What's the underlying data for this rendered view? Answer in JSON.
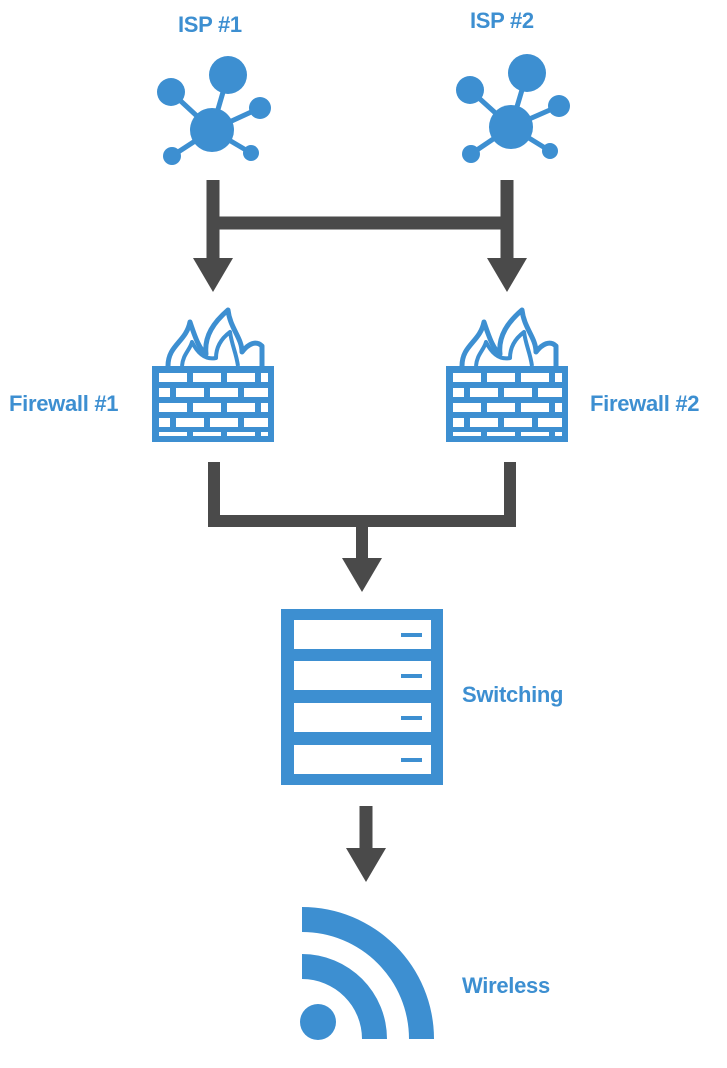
{
  "colors": {
    "icon_blue": "#3d8fd1",
    "connector": "#4a4a4a",
    "background": "#ffffff"
  },
  "nodes": {
    "isp1": {
      "label": "ISP #1",
      "icon": "network-hub-icon"
    },
    "isp2": {
      "label": "ISP #2",
      "icon": "network-hub-icon"
    },
    "firewall1": {
      "label": "Firewall #1",
      "icon": "firewall-icon"
    },
    "firewall2": {
      "label": "Firewall #2",
      "icon": "firewall-icon"
    },
    "switching": {
      "label": "Switching",
      "icon": "server-rack-icon"
    },
    "wireless": {
      "label": "Wireless",
      "icon": "wifi-signal-icon"
    }
  },
  "edges": [
    {
      "from": "isp1",
      "to": "firewall1"
    },
    {
      "from": "isp2",
      "to": "firewall2"
    },
    {
      "from": "isp1",
      "to": "isp2",
      "type": "cross-link"
    },
    {
      "from": "firewall1",
      "to": "switching"
    },
    {
      "from": "firewall2",
      "to": "switching"
    },
    {
      "from": "switching",
      "to": "wireless"
    }
  ]
}
